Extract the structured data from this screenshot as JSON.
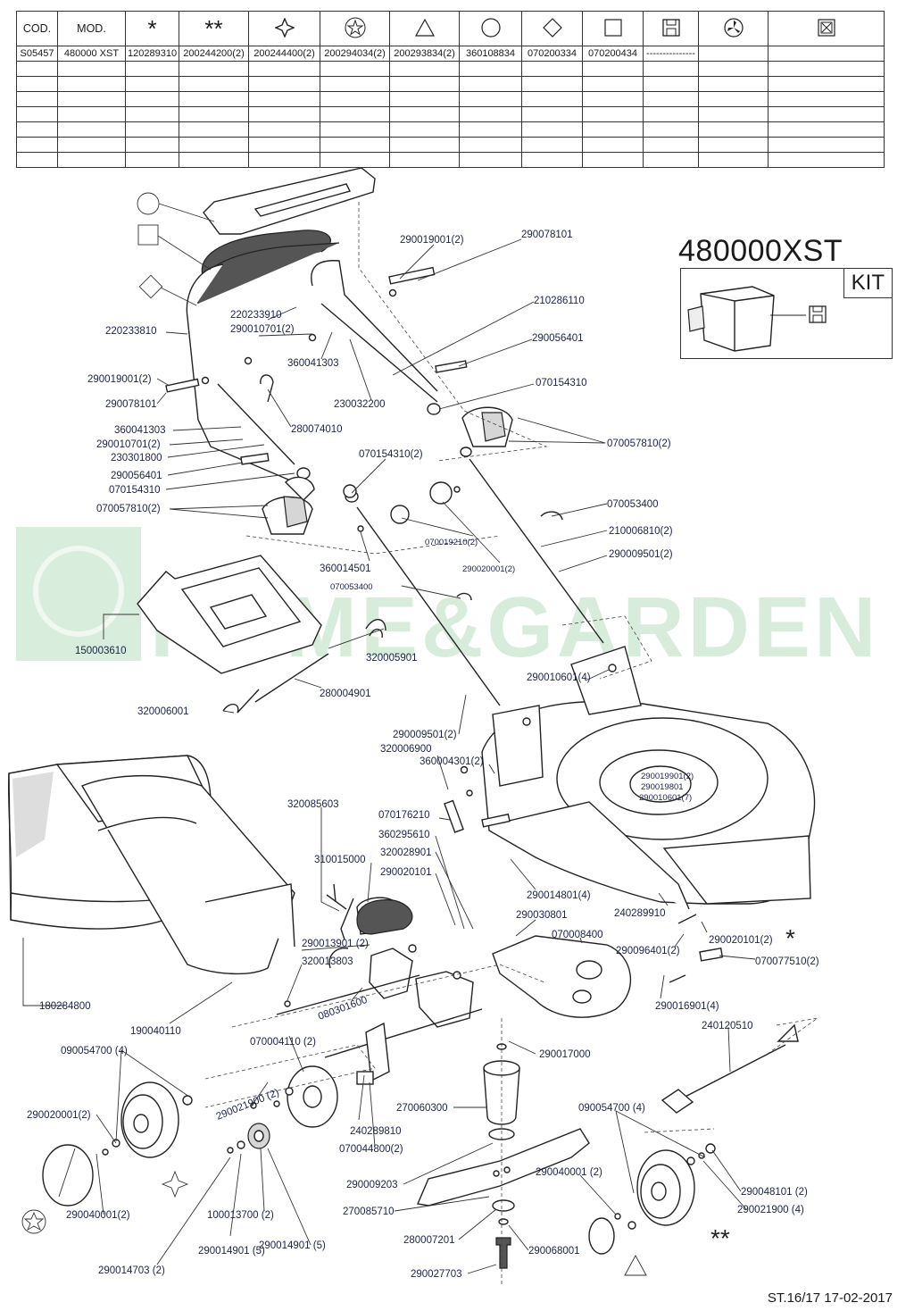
{
  "table": {
    "header": [
      "COD.",
      "MOD."
    ],
    "symbols": [
      "asterisk",
      "double-asterisk",
      "star-diamond",
      "star-in-circle",
      "triangle",
      "circle",
      "diamond",
      "square",
      "floppy-disk",
      "fan-in-circle",
      "x-box"
    ],
    "row": [
      "S05457",
      "480000 XST",
      "120289310",
      "200244200(2)",
      "200244400(2)",
      "200294034(2)",
      "200293834(2)",
      "360108834",
      "070200334",
      "070200434",
      "---------------",
      "",
      ""
    ]
  },
  "model": "480000XST",
  "kit_label": "KIT",
  "footer": "ST.16/17  17-02-2017",
  "watermark": "HOME&GARDEN",
  "labels": [
    "290019001(2)",
    "290078101",
    "210286110",
    "290056401",
    "070154310",
    "070057810(2)",
    "220233910",
    "290010701(2)",
    "360041303",
    "230032200",
    "220233810",
    "290019001(2)",
    "290078101",
    "280074010",
    "360041303",
    "290010701(2)",
    "230301800",
    "290056401",
    "070154310",
    "070057810(2)",
    "070154310(2)",
    "070053400",
    "210006810(2)",
    "290009501(2)",
    "070019210(2)",
    "290020001(2)",
    "360014501",
    "070053400",
    "150003610",
    "320005901",
    "280004901",
    "320006001",
    "290010601(4)",
    "290009501(2)",
    "320006900",
    "360004301(2)",
    "290019901(2)",
    "290019801",
    "290010601(7)",
    "320085603",
    "070176210",
    "360295610",
    "310015000",
    "320028901",
    "290020101",
    "290014801(4)",
    "240289910",
    "290020101(2)",
    "290030801",
    "070008400",
    "290096401(2)",
    "070077510(2)",
    "290013901 (2)",
    "320013803",
    "080301600",
    "290016901(4)",
    "180284800",
    "190040110",
    "240120510",
    "070004110 (2)",
    "090054700 (4)",
    "290017000",
    "290021900 (2)",
    "290020001(2)",
    "270060300",
    "240289810",
    "070044800(2)",
    "090054700 (4)",
    "290040001(2)",
    "290009203",
    "290040001 (2)",
    "290048101 (2)",
    "290021900 (4)",
    "100013700 (2)",
    "270085710",
    "290014901 (5)",
    "290014901 (5)",
    "280007201",
    "290068001",
    "290014703 (2)",
    "290027703"
  ]
}
